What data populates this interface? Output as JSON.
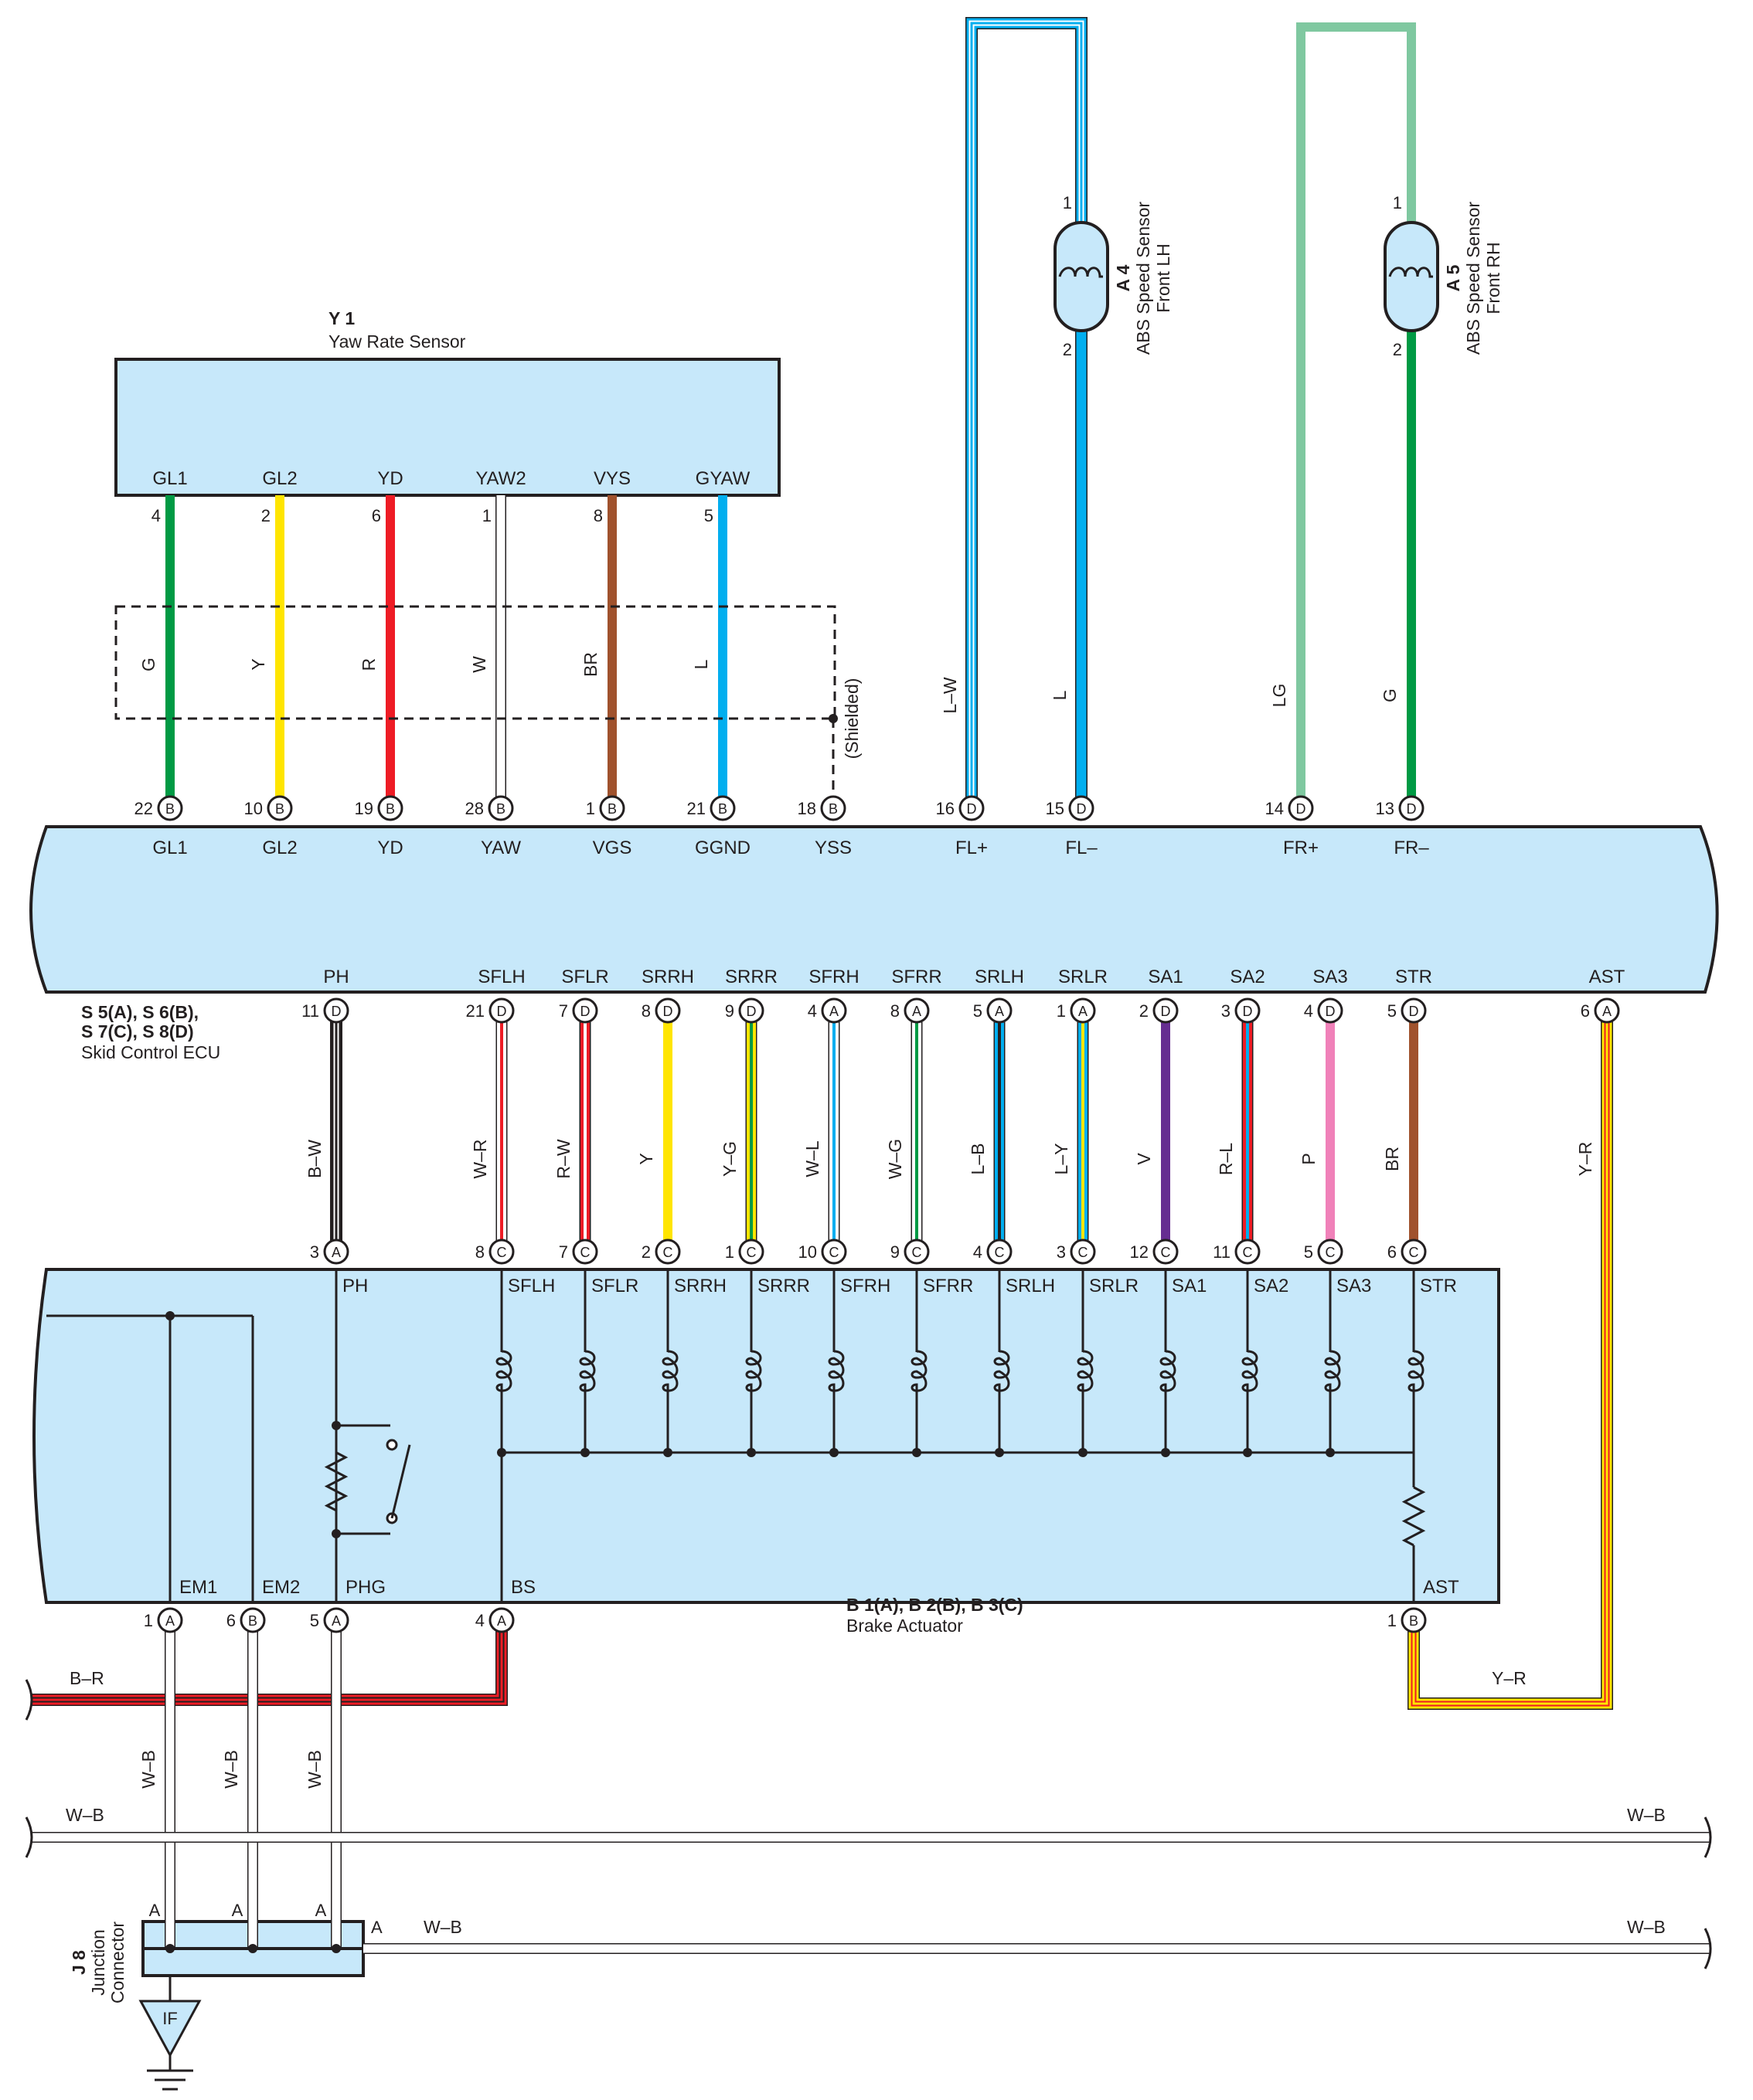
{
  "yaw_sensor": {
    "code": "Y 1",
    "name": "Yaw Rate Sensor",
    "terminals": [
      {
        "term": "GL1",
        "pin": "4",
        "color": "G"
      },
      {
        "term": "GL2",
        "pin": "2",
        "color": "Y"
      },
      {
        "term": "YD",
        "pin": "6",
        "color": "R"
      },
      {
        "term": "YAW2",
        "pin": "1",
        "color": "W"
      },
      {
        "term": "VYS",
        "pin": "8",
        "color": "BR"
      },
      {
        "term": "GYAW",
        "pin": "5",
        "color": "L"
      }
    ],
    "shield_note": "(Shielded)"
  },
  "speed_sensors": [
    {
      "code": "A 4",
      "name1": "ABS Speed Sensor",
      "name2": "Front LH",
      "pin_top": "1",
      "pin_bottom": "2",
      "color_outer": "L–W",
      "color_inner": "L"
    },
    {
      "code": "A 5",
      "name1": "ABS Speed Sensor",
      "name2": "Front RH",
      "pin_top": "1",
      "pin_bottom": "2",
      "color_outer": "LG",
      "color_inner": "G"
    }
  ],
  "ecu": {
    "code_line1": "S 5(A), S 6(B),",
    "code_line2": "S 7(C), S 8(D)",
    "name": "Skid Control ECU",
    "top_pins": [
      {
        "pin": "22",
        "conn": "B",
        "term": "GL1"
      },
      {
        "pin": "10",
        "conn": "B",
        "term": "GL2"
      },
      {
        "pin": "19",
        "conn": "B",
        "term": "YD"
      },
      {
        "pin": "28",
        "conn": "B",
        "term": "YAW"
      },
      {
        "pin": "1",
        "conn": "B",
        "term": "VGS"
      },
      {
        "pin": "21",
        "conn": "B",
        "term": "GGND"
      },
      {
        "pin": "18",
        "conn": "B",
        "term": "YSS"
      },
      {
        "pin": "16",
        "conn": "D",
        "term": "FL+"
      },
      {
        "pin": "15",
        "conn": "D",
        "term": "FL–"
      },
      {
        "pin": "14",
        "conn": "D",
        "term": "FR+"
      },
      {
        "pin": "13",
        "conn": "D",
        "term": "FR–"
      }
    ],
    "bottom_pins": [
      {
        "term": "PH",
        "pin": "11",
        "conn": "D"
      },
      {
        "term": "SFLH",
        "pin": "21",
        "conn": "D"
      },
      {
        "term": "SFLR",
        "pin": "7",
        "conn": "D"
      },
      {
        "term": "SRRH",
        "pin": "8",
        "conn": "D"
      },
      {
        "term": "SRRR",
        "pin": "9",
        "conn": "D"
      },
      {
        "term": "SFRH",
        "pin": "4",
        "conn": "A"
      },
      {
        "term": "SFRR",
        "pin": "8",
        "conn": "A"
      },
      {
        "term": "SRLH",
        "pin": "5",
        "conn": "A"
      },
      {
        "term": "SRLR",
        "pin": "1",
        "conn": "A"
      },
      {
        "term": "SA1",
        "pin": "2",
        "conn": "D"
      },
      {
        "term": "SA2",
        "pin": "3",
        "conn": "D"
      },
      {
        "term": "SA3",
        "pin": "4",
        "conn": "D"
      },
      {
        "term": "STR",
        "pin": "5",
        "conn": "D"
      },
      {
        "term": "AST",
        "pin": "6",
        "conn": "A"
      }
    ]
  },
  "link_wires": [
    {
      "color": "B–W",
      "bottom_pin": "3",
      "bottom_conn": "A",
      "term": "PH"
    },
    {
      "color": "W–R",
      "bottom_pin": "8",
      "bottom_conn": "C",
      "term": "SFLH"
    },
    {
      "color": "R–W",
      "bottom_pin": "7",
      "bottom_conn": "C",
      "term": "SFLR"
    },
    {
      "color": "Y",
      "bottom_pin": "2",
      "bottom_conn": "C",
      "term": "SRRH"
    },
    {
      "color": "Y–G",
      "bottom_pin": "1",
      "bottom_conn": "C",
      "term": "SRRR"
    },
    {
      "color": "W–L",
      "bottom_pin": "10",
      "bottom_conn": "C",
      "term": "SFRH"
    },
    {
      "color": "W–G",
      "bottom_pin": "9",
      "bottom_conn": "C",
      "term": "SFRR"
    },
    {
      "color": "L–B",
      "bottom_pin": "4",
      "bottom_conn": "C",
      "term": "SRLH"
    },
    {
      "color": "L–Y",
      "bottom_pin": "3",
      "bottom_conn": "C",
      "term": "SRLR"
    },
    {
      "color": "V",
      "bottom_pin": "12",
      "bottom_conn": "C",
      "term": "SA1"
    },
    {
      "color": "R–L",
      "bottom_pin": "11",
      "bottom_conn": "C",
      "term": "SA2"
    },
    {
      "color": "P",
      "bottom_pin": "5",
      "bottom_conn": "C",
      "term": "SA3"
    },
    {
      "color": "BR",
      "bottom_pin": "6",
      "bottom_conn": "C",
      "term": "STR"
    },
    {
      "color": "Y–R"
    }
  ],
  "actuator": {
    "code": "B 1(A), B 2(B), B 3(C)",
    "name": "Brake Actuator",
    "bottom_pins": [
      {
        "term": "EM1",
        "pin": "1",
        "conn": "A"
      },
      {
        "term": "EM2",
        "pin": "6",
        "conn": "B"
      },
      {
        "term": "PHG",
        "pin": "5",
        "conn": "A"
      },
      {
        "term": "BS",
        "pin": "4",
        "conn": "A"
      },
      {
        "term": "AST",
        "pin": "1",
        "conn": "B"
      }
    ]
  },
  "lower_wires": {
    "bs_color": "B–R",
    "ast_return_color": "Y–R",
    "ground_color": "W–B",
    "bus_left": "W–B",
    "bus_right": "W–B",
    "j8_out": "W–B",
    "j8_out_right": "W–B"
  },
  "junction": {
    "code": "J 8",
    "name1": "Junction",
    "name2": "Connector",
    "pin": "A",
    "ground_point": "IF"
  },
  "colors": {
    "box_fill": "#c7e8fa",
    "G": "#009a44",
    "Y": "#ffe500",
    "R": "#ee1c25",
    "BR": "#a0522d",
    "L": "#00aeef",
    "LG": "#7fc8a0",
    "V": "#662d91",
    "P": "#f081b9",
    "B": "#231f20",
    "W": "#ffffff"
  }
}
